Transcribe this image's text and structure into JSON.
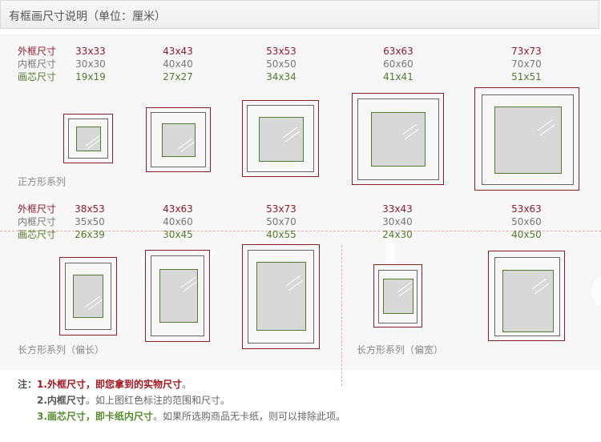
{
  "header": {
    "title": "有框画尺寸说明（单位：厘米）"
  },
  "labels": {
    "outer": "外框尺寸",
    "inner": "内框尺寸",
    "core": "画芯尺寸"
  },
  "sections": {
    "square": {
      "caption": "正方形系列",
      "sizes": [
        {
          "outer": "33x33",
          "inner": "30x30",
          "core": "19x19"
        },
        {
          "outer": "43x43",
          "inner": "40x40",
          "core": "27x27"
        },
        {
          "outer": "53x53",
          "inner": "50x50",
          "core": "34x34"
        },
        {
          "outer": "63x63",
          "inner": "60x60",
          "core": "41x41"
        },
        {
          "outer": "73x73",
          "inner": "70x70",
          "core": "51x51"
        }
      ]
    },
    "rect_long": {
      "caption": "长方形系列（偏长）",
      "sizes": [
        {
          "outer": "38x53",
          "inner": "35x50",
          "core": "26x39"
        },
        {
          "outer": "43x63",
          "inner": "40x60",
          "core": "30x45"
        },
        {
          "outer": "53x73",
          "inner": "50x70",
          "core": "40x55"
        }
      ]
    },
    "rect_wide": {
      "caption": "长方形系列（偏宽）",
      "sizes": [
        {
          "outer": "33x43",
          "inner": "30x40",
          "core": "24x30"
        },
        {
          "outer": "53x63",
          "inner": "50x60",
          "core": "40x50"
        }
      ]
    }
  },
  "watermark": "wa | wa",
  "notes": {
    "prefix": "注：",
    "line1": {
      "num": "1.",
      "title": "外框尺寸，即您拿到的实物尺寸",
      "end": "。"
    },
    "line2": {
      "num": "2.",
      "title": "内框尺寸",
      "text": "。如上图红色标注的范围和尺寸。"
    },
    "line3": {
      "num": "3.",
      "title": "画芯尺寸，即卡纸内尺寸",
      "text": "。如果所选购商品无卡纸，则可以排除此项。"
    }
  },
  "colors": {
    "outer": "#8d1d2a",
    "inner": "#666666",
    "core": "#557a2f",
    "background": "#f7f7f7"
  }
}
